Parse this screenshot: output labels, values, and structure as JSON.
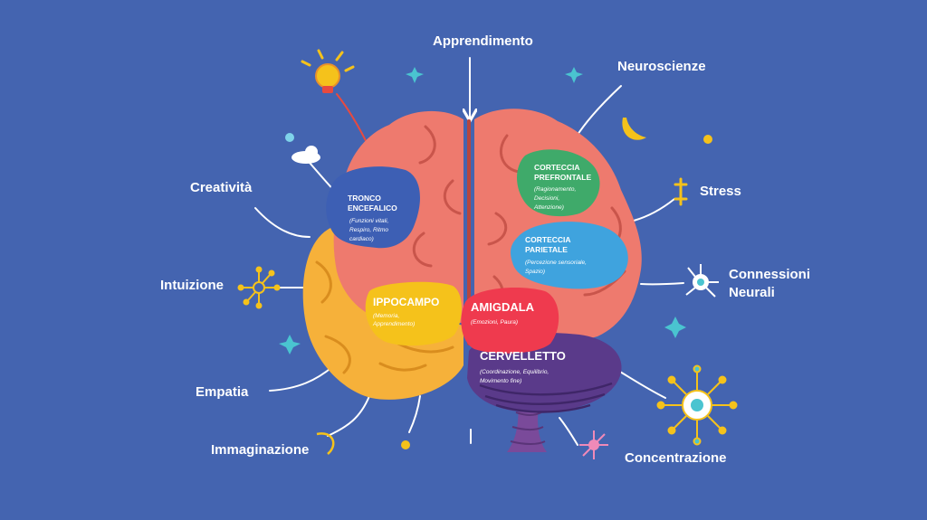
{
  "labels": {
    "apprendimento": "Apprendimento",
    "neuroscienze": "Neuroscienze",
    "creativita": "Creatività",
    "stress": "Stress",
    "intuizione": "Intuizione",
    "connessioni_line1": "Connessioni",
    "connessioni_line2": "Neurali",
    "empatia": "Empatia",
    "immaginazione": "Immaginazione",
    "concentrazione": "Concentrazione"
  },
  "regions": {
    "tronco": {
      "title1": "TRONCO",
      "title2": "ENCEFALICO",
      "desc1": "(Funzioni vitali,",
      "desc2": "Respiro, Ritmo",
      "desc3": "cardiaco)"
    },
    "prefrontale": {
      "title1": "CORTECCIA",
      "title2": "PREFRONTALE",
      "desc1": "(Ragionamento,",
      "desc2": "Decisioni,",
      "desc3": "Attenzione)"
    },
    "parietale": {
      "title1": "CORTECCIA",
      "title2": "PARIETALE",
      "desc1": "(Percezione sensoriale,",
      "desc2": "Spazio)"
    },
    "ippocampo": {
      "title": "IPPOCAMPO",
      "desc1": "(Memoria,",
      "desc2": "Apprendimento)"
    },
    "amigdala": {
      "title": "AMIGDALA",
      "desc": "(Emozioni, Paura)"
    },
    "cervelletto": {
      "title": "CERVELLETTO",
      "desc1": "(Coordinazione, Equilibrio,",
      "desc2": "Movimento fine)"
    }
  },
  "colors": {
    "background": "#4464b0",
    "cortex": "#ee7a6e",
    "tronco": "#3d5fb4",
    "prefrontale": "#3faa6a",
    "parietale": "#3fa3de",
    "ippocampo": "#f5c21b",
    "amigdala": "#ef3a4e",
    "cervelletto": "#5a3a8a",
    "temporal": "#f6b13a"
  }
}
